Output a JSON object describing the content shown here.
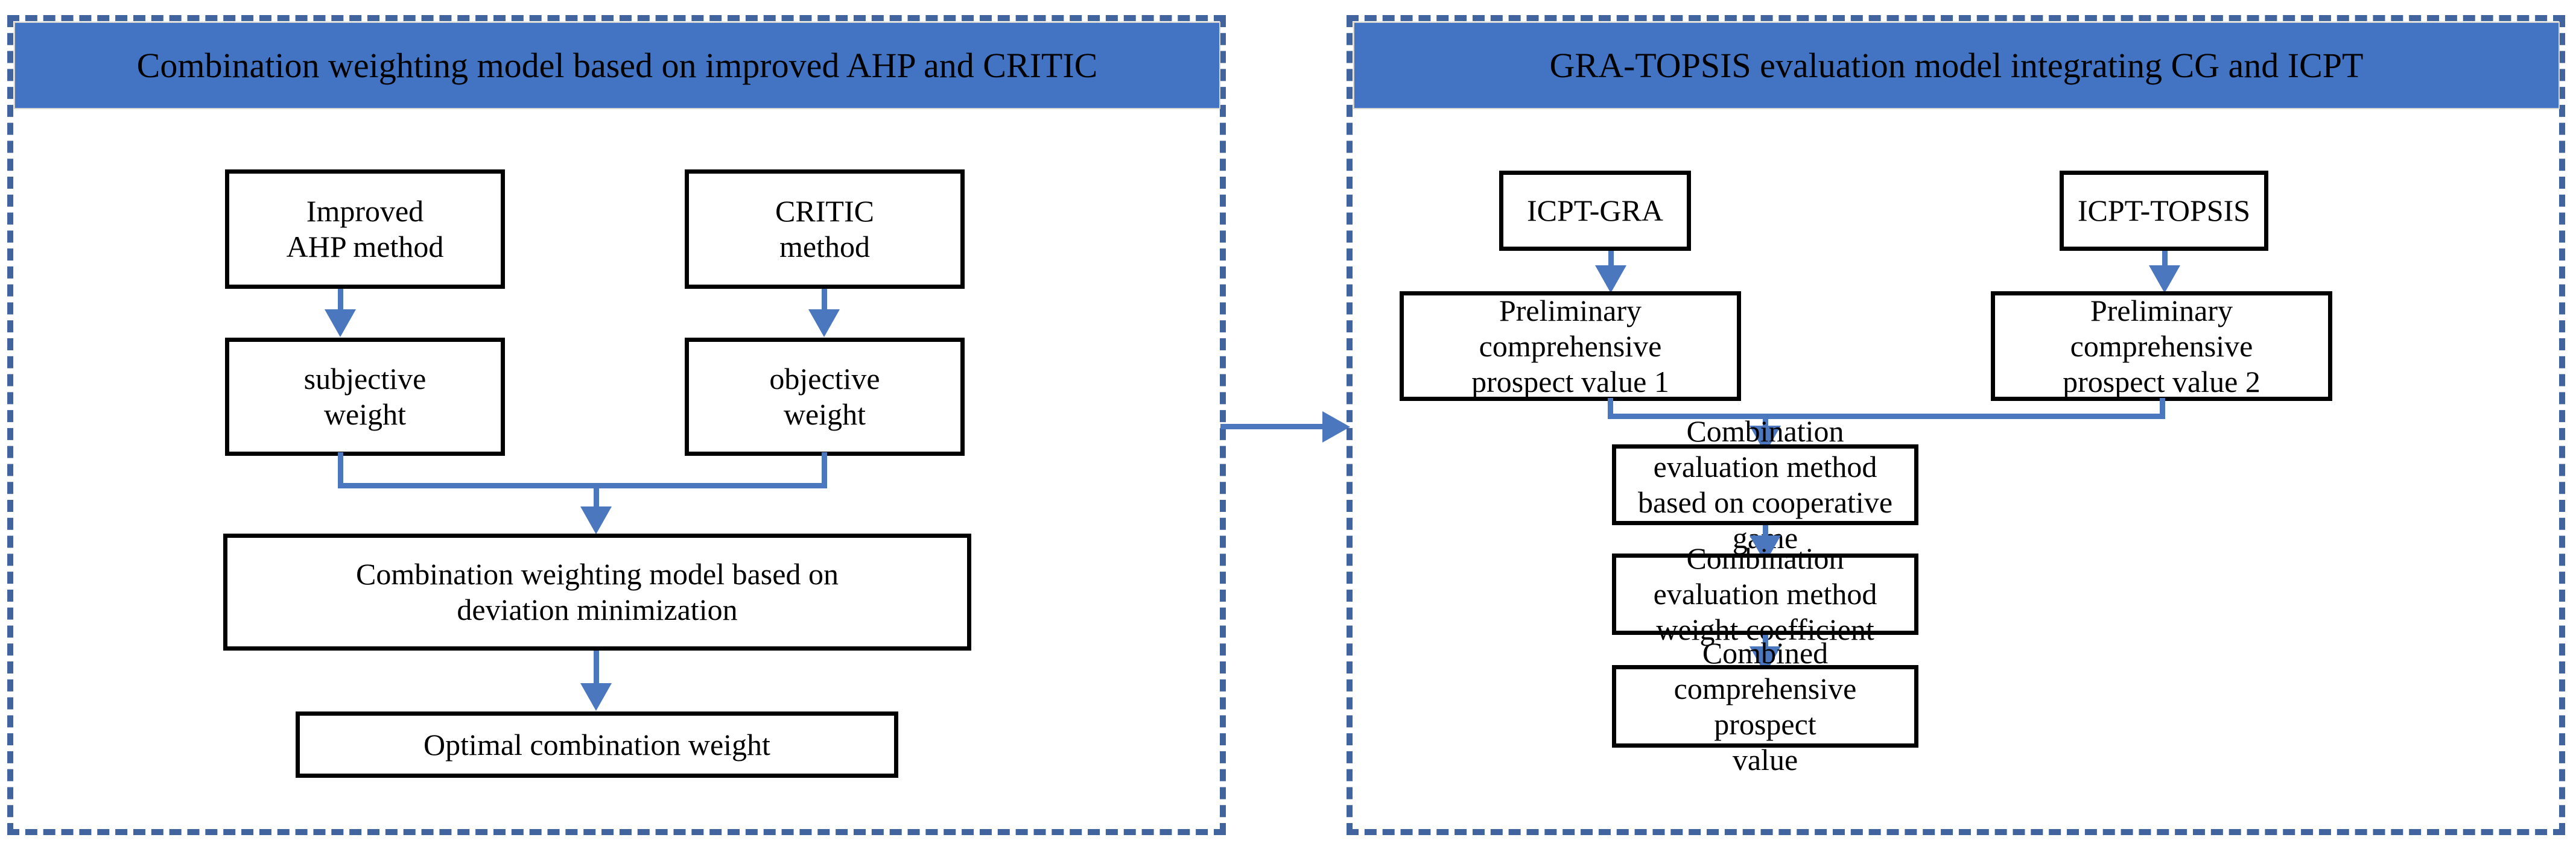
{
  "diagram": {
    "title_left": "Combination weighting model based on improved AHP and CRITIC",
    "title_right": "GRA-TOPSIS evaluation model integrating CG and ICPT",
    "colors": {
      "panel_border": "#41639E",
      "banner_fill": "#4274C3",
      "connector": "#4A77BE",
      "node_border": "#000000",
      "node_fill": "#FFFFFF",
      "text": "#000000"
    }
  },
  "left_panel": {
    "header": "Combination weighting model based on improved AHP and CRITIC",
    "nodes": {
      "improved_ahp": "Improved\nAHP method",
      "improved_ahp_line1": "Improved",
      "improved_ahp_line2": "AHP method",
      "critic": "CRITIC\nmethod",
      "critic_line1": "CRITIC",
      "critic_line2": "method",
      "subjective_weight_line1": "subjective",
      "subjective_weight_line2": "weight",
      "objective_weight_line1": "objective",
      "objective_weight_line2": "weight",
      "combination_model_line1": "Combination weighting model based on",
      "combination_model_line2": "deviation minimization",
      "optimal_weight": "Optimal combination weight"
    }
  },
  "right_panel": {
    "header": "GRA-TOPSIS evaluation model integrating CG and ICPT",
    "nodes": {
      "icpt_gra": "ICPT-GRA",
      "icpt_topsis": "ICPT-TOPSIS",
      "prelim1_line1": "Preliminary comprehensive",
      "prelim1_line2": "prospect value 1",
      "prelim2_line1": "Preliminary comprehensive",
      "prelim2_line2": "prospect value 2",
      "coop_game_line1": "Combination evaluation method",
      "coop_game_line2": "based on cooperative game",
      "weight_coef_line1": "Combination evaluation method",
      "weight_coef_line2": "weight coefficient",
      "combined_value_line1": "Combined comprehensive prospect",
      "combined_value_line2": "value"
    }
  }
}
